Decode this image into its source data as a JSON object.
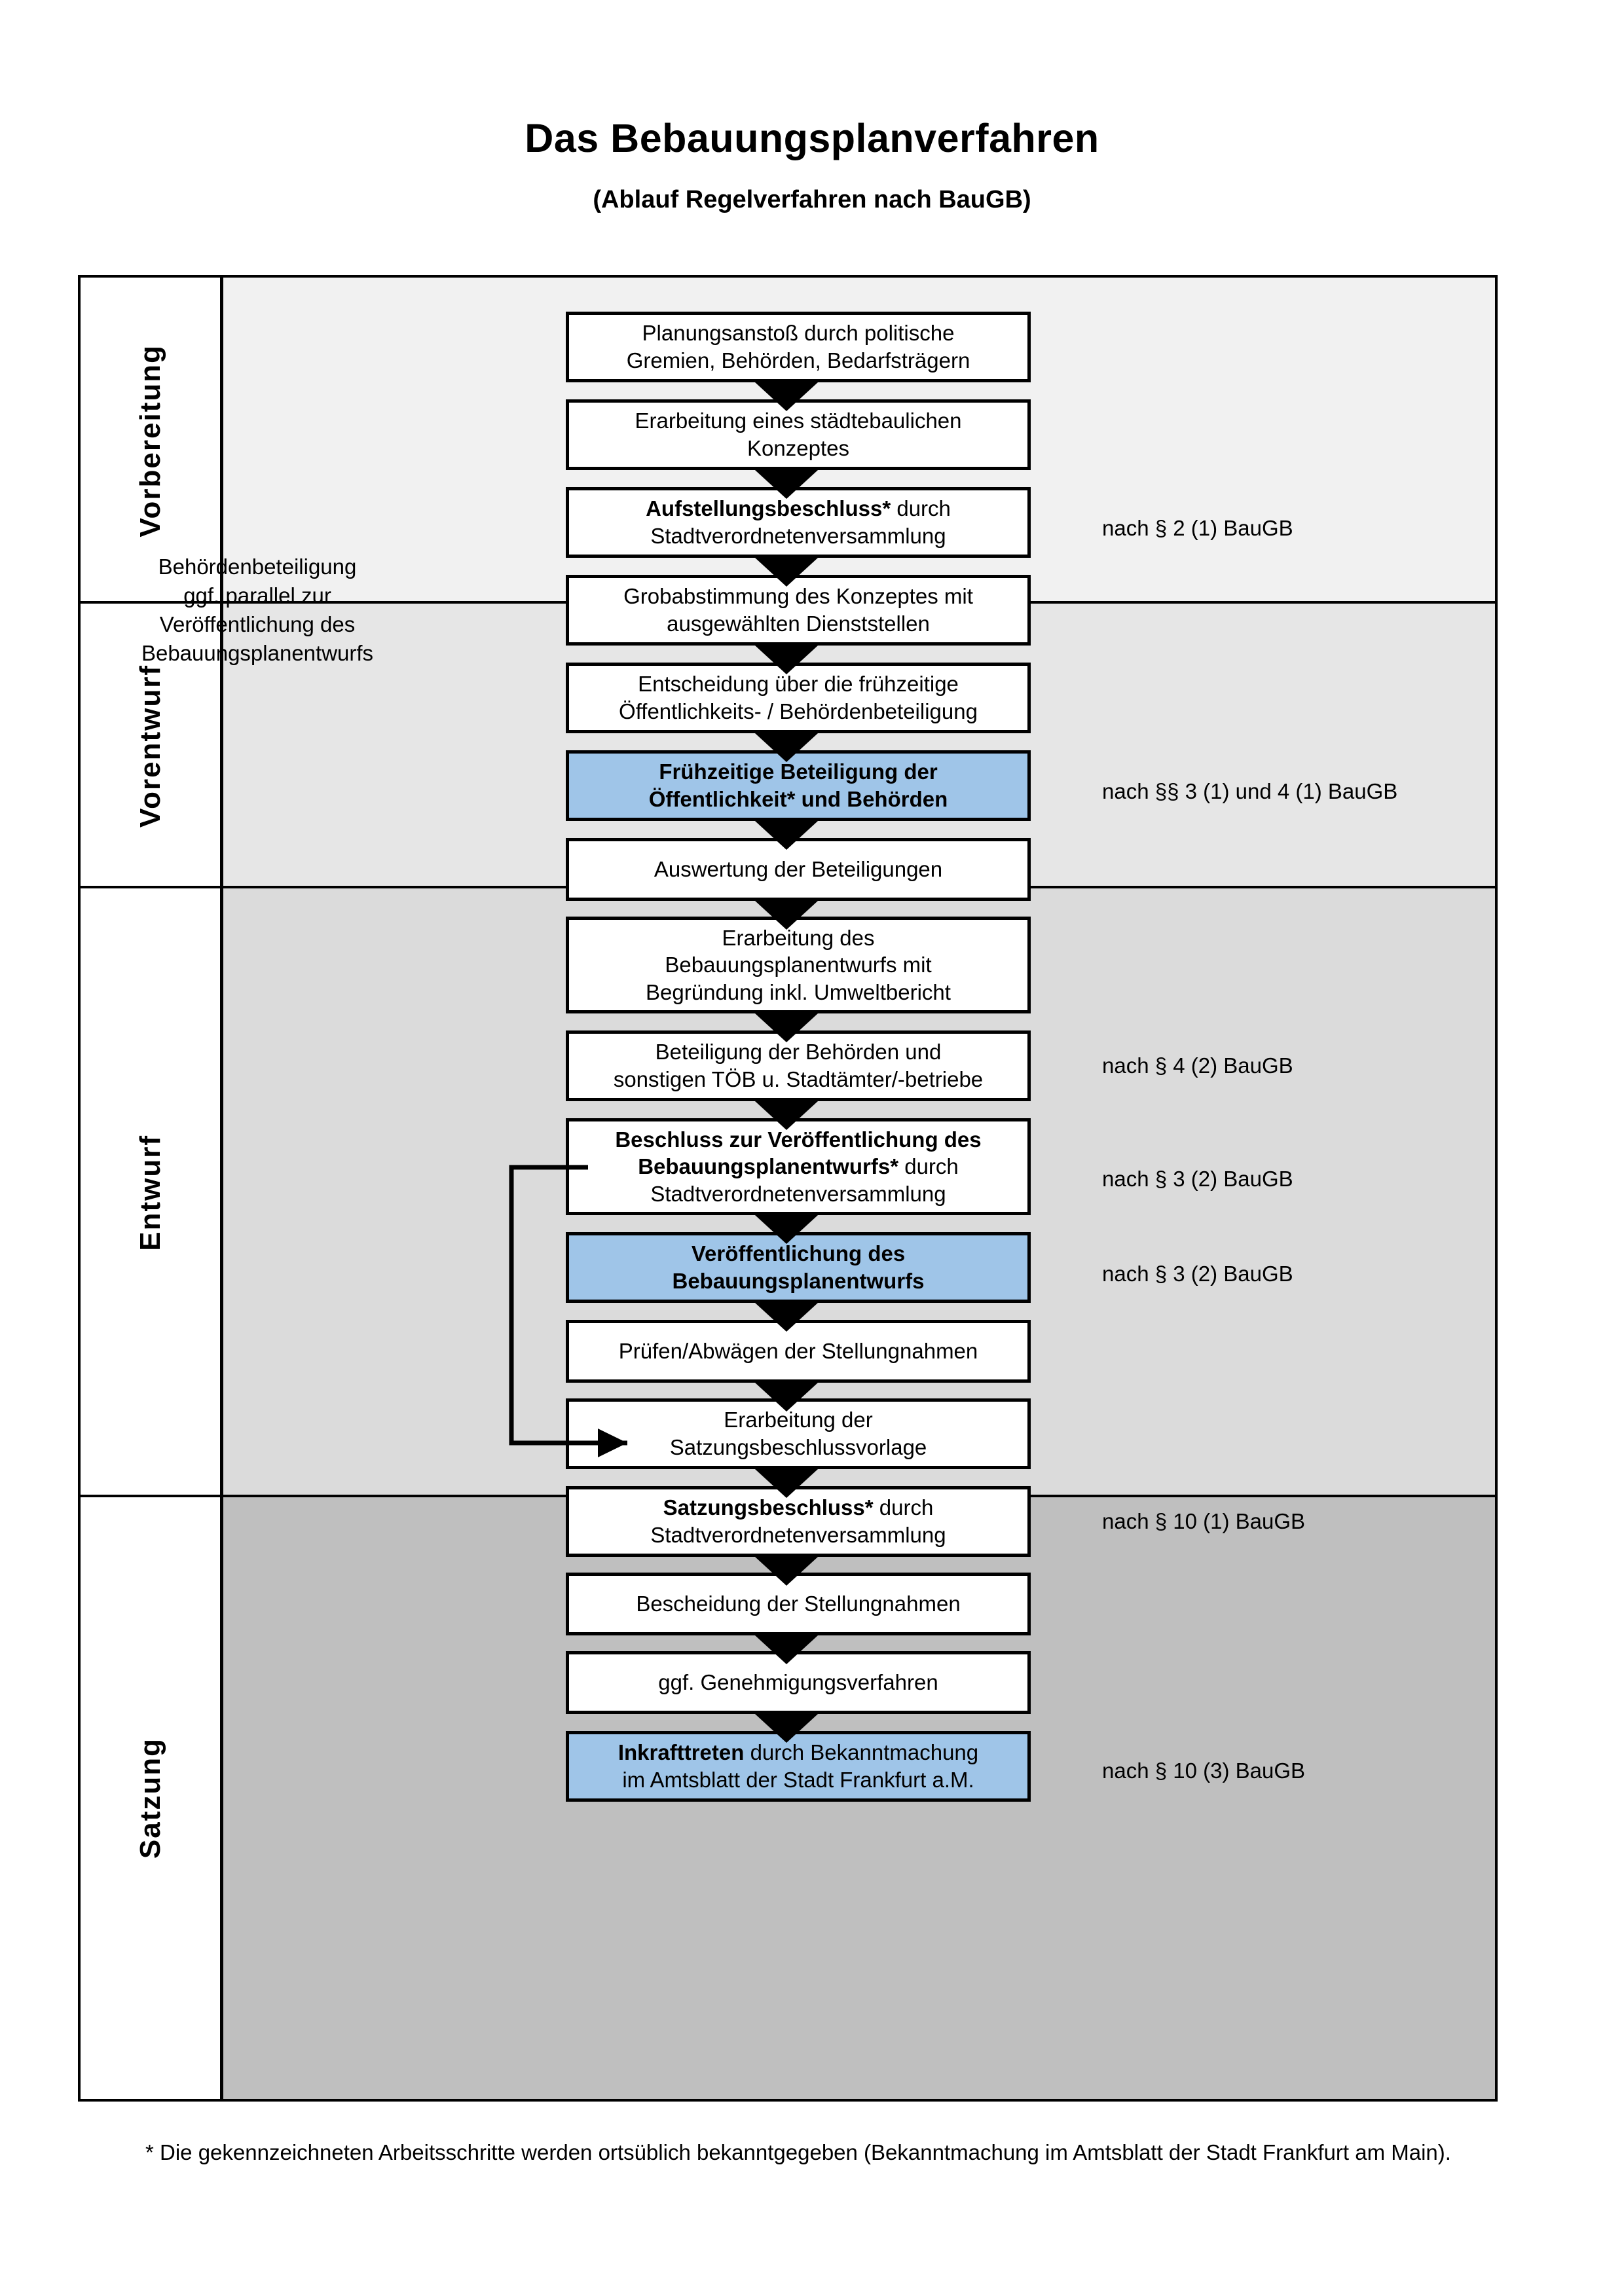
{
  "header": {
    "title": "Das Bebauungsplanverfahren",
    "subtitle": "(Ablauf Regelverfahren nach BauGB)"
  },
  "bands": [
    {
      "id": "vorbereitung",
      "label": "Vorbereitung",
      "background": "#F1F1F1"
    },
    {
      "id": "vorentwurf",
      "label": "Vorentwurf",
      "background": "#E6E6E6"
    },
    {
      "id": "entwurf",
      "label": "Entwurf",
      "background": "#DBDBDB"
    },
    {
      "id": "satzung",
      "label": "Satzung",
      "background": "#BFBFBF"
    }
  ],
  "steps": [
    {
      "id": "planungsanstoss",
      "line1": "Planungsanstoß durch politische",
      "line2": "Gremien, Behörden, Bedarfsträgern",
      "line3": "",
      "highlight": false
    },
    {
      "id": "staedtebau-konzept",
      "line1": "Erarbeitung eines städtebaulichen",
      "line2": "Konzeptes",
      "line3": "",
      "highlight": false
    },
    {
      "id": "aufstellungsbeschluss",
      "line1_bold": "Aufstellungsbeschluss*",
      "line1_rest": " durch",
      "line2": "Stadtverordnetenversammlung",
      "line3": "",
      "highlight": false
    },
    {
      "id": "grobabstimmung",
      "line1": "Grobabstimmung des Konzeptes mit",
      "line2": "ausgewählten Dienststellen",
      "line3": "",
      "highlight": false
    },
    {
      "id": "entscheidung-fruehzeitig",
      "line1": "Entscheidung über die frühzeitige",
      "line2": "Öffentlichkeits- / Behördenbeteiligung",
      "line3": "",
      "highlight": false
    },
    {
      "id": "fruehzeitige-beteiligung",
      "line1_bold": "Frühzeitige Beteiligung der",
      "line2_bold": "Öffentlichkeit* und Behörden",
      "highlight": true
    },
    {
      "id": "auswertung",
      "line1": "Auswertung der Beteiligungen",
      "line2": "",
      "line3": "",
      "highlight": false
    },
    {
      "id": "erarbeitung-entwurf",
      "line1": "Erarbeitung des",
      "line2": "Bebauungsplanentwurfs mit",
      "line3": "Begründung inkl. Umweltbericht",
      "highlight": false
    },
    {
      "id": "beteiligung-behoerden",
      "line1": "Beteiligung der Behörden und",
      "line2": "sonstigen TÖB u. Stadtämter/-betriebe",
      "line3": "",
      "highlight": false
    },
    {
      "id": "beschluss-veroeffentlichung",
      "line1_bold": "Beschluss zur Veröffentlichung des",
      "line2_bold": "Bebauungsplanentwurfs*",
      "line2_rest": " durch",
      "line3": "Stadtverordnetenversammlung",
      "highlight": false
    },
    {
      "id": "veroeffentlichung",
      "line1_bold": "Veröffentlichung des",
      "line2_bold": "Bebauungsplanentwurfs",
      "highlight": true
    },
    {
      "id": "pruefen-abwaegen",
      "line1": "Prüfen/Abwägen der Stellungnahmen",
      "line2": "",
      "line3": "",
      "highlight": false
    },
    {
      "id": "satzungsbeschlussvorlage",
      "line1": "Erarbeitung der",
      "line2": "Satzungsbeschlussvorlage",
      "line3": "",
      "highlight": false
    },
    {
      "id": "satzungsbeschluss",
      "line1_bold": "Satzungsbeschluss*",
      "line1_rest": " durch",
      "line2": "Stadtverordnetenversammlung",
      "line3": "",
      "highlight": false
    },
    {
      "id": "bescheidung",
      "line1": "Bescheidung der Stellungnahmen",
      "line2": "",
      "line3": "",
      "highlight": false
    },
    {
      "id": "genehmigungsverfahren",
      "line1": "ggf. Genehmigungsverfahren",
      "line2": "",
      "line3": "",
      "highlight": false
    },
    {
      "id": "inkrafttreten",
      "line1_bold": "Inkrafttreten",
      "line1_rest": " durch Bekanntmachung",
      "line2": "im Amtsblatt der Stadt Frankfurt a.M.",
      "highlight": true
    }
  ],
  "legal_refs": [
    {
      "id": "ref-par2-1",
      "text": "nach § 2 (1) BauGB"
    },
    {
      "id": "ref-par3-4-1",
      "text": "nach §§ 3 (1) und 4 (1) BauGB"
    },
    {
      "id": "ref-par4-2",
      "text": "nach § 4 (2) BauGB"
    },
    {
      "id": "ref-par3-2a",
      "text": "nach § 3 (2) BauGB"
    },
    {
      "id": "ref-par3-2b",
      "text": "nach § 3 (2) BauGB"
    },
    {
      "id": "ref-par10-1",
      "text": "nach § 10 (1) BauGB"
    },
    {
      "id": "ref-par10-3",
      "text": "nach § 10 (3) BauGB"
    }
  ],
  "side_note": {
    "line1": "Behördenbeteiligung",
    "line2": "ggf. parallel zur",
    "line3": "Veröffentlichung des",
    "line4": "Bebauungsplanentwurfs"
  },
  "footnote": {
    "text": "* Die gekennzeichneten Arbeitsschritte werden ortsüblich bekanntgegeben (Bekanntmachung im Amtsblatt  der Stadt Frankfurt am Main)."
  },
  "colors": {
    "highlight_blue": "#9FC5E8",
    "border_black": "#000000",
    "band1": "#F1F1F1",
    "band2": "#E6E6E6",
    "band3": "#DBDBDB",
    "band4": "#BFBFBF"
  }
}
